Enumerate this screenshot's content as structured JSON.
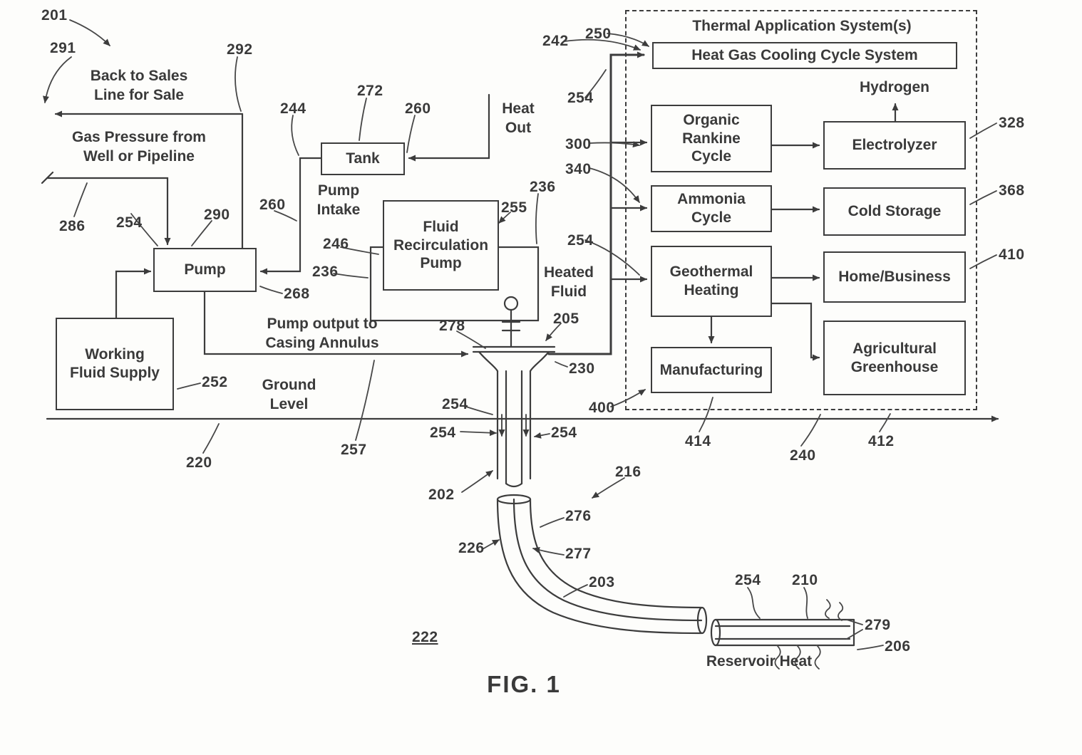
{
  "figure": {
    "caption": "FIG. 1"
  },
  "boxes": {
    "pump": "Pump",
    "tank": "Tank",
    "fluid_recirculation_pump": "Fluid Recirculation Pump",
    "working_fluid_supply": "Working Fluid Supply",
    "thermal_application": "Thermal Application System(s)",
    "heat_gas_cooling": "Heat Gas Cooling Cycle System",
    "organic_rankine": "Organic Rankine Cycle",
    "electrolyzer": "Electrolyzer",
    "ammonia_cycle": "Ammonia Cycle",
    "cold_storage": "Cold Storage",
    "geothermal_heating": "Geothermal Heating",
    "home_business": "Home/Business",
    "manufacturing": "Manufacturing",
    "agricultural_greenhouse": "Agricultural Greenhouse"
  },
  "annotations": {
    "back_to_sales": "Back to Sales Line for Sale",
    "gas_pressure": "Gas Pressure from Well or Pipeline",
    "heat_out": "Heat Out",
    "pump_intake": "Pump Intake",
    "heated_fluid": "Heated Fluid",
    "pump_output": "Pump output to Casing Annulus",
    "ground_level": "Ground Level",
    "hydrogen": "Hydrogen",
    "reservoir_heat": "Reservoir Heat"
  },
  "refs": {
    "r201": "201",
    "r291": "291",
    "r292": "292",
    "r286": "286",
    "r290": "290",
    "r244": "244",
    "r272": "272",
    "r260a": "260",
    "r260b": "260",
    "r246": "246",
    "r255": "255",
    "r236a": "236",
    "r236b": "236",
    "r205": "205",
    "r278": "278",
    "r268": "268",
    "r252": "252",
    "r230": "230",
    "r220": "220",
    "r257": "257",
    "r202": "202",
    "r216": "216",
    "r226": "226",
    "r276": "276",
    "r277": "277",
    "r203": "203",
    "r222": "222",
    "r210": "210",
    "r279": "279",
    "r206": "206",
    "r242": "242",
    "r250": "250",
    "r300": "300",
    "r340": "340",
    "r328": "328",
    "r368": "368",
    "r410": "410",
    "r400": "400",
    "r414": "414",
    "r240": "240",
    "r412": "412",
    "r254a": "254",
    "r254b": "254",
    "r254c": "254",
    "r254d": "254",
    "r254e": "254",
    "r254f": "254",
    "r254g": "254"
  }
}
